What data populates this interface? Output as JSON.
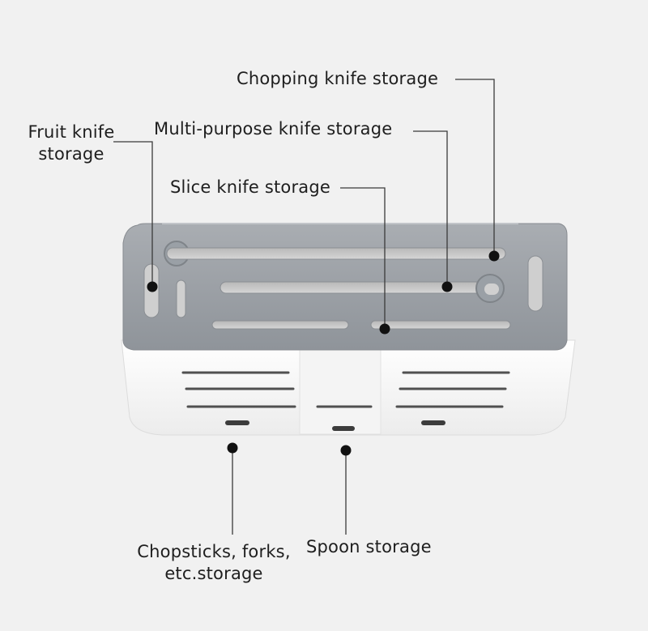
{
  "callouts": {
    "chopping": "Chopping knife storage",
    "multi_purpose": "Multi-purpose knife storage",
    "fruit_line1": "Fruit knife",
    "fruit_line2": "storage",
    "slice": "Slice knife storage",
    "chopsticks_line1": "Chopsticks, forks,",
    "chopsticks_line2": "etc.storage",
    "spoon": "Spoon storage"
  },
  "colors": {
    "background": "#f1f1f1",
    "holder_top": "#9a9fa5",
    "holder_body": "#f7f7f7",
    "leader_line": "#333333"
  }
}
